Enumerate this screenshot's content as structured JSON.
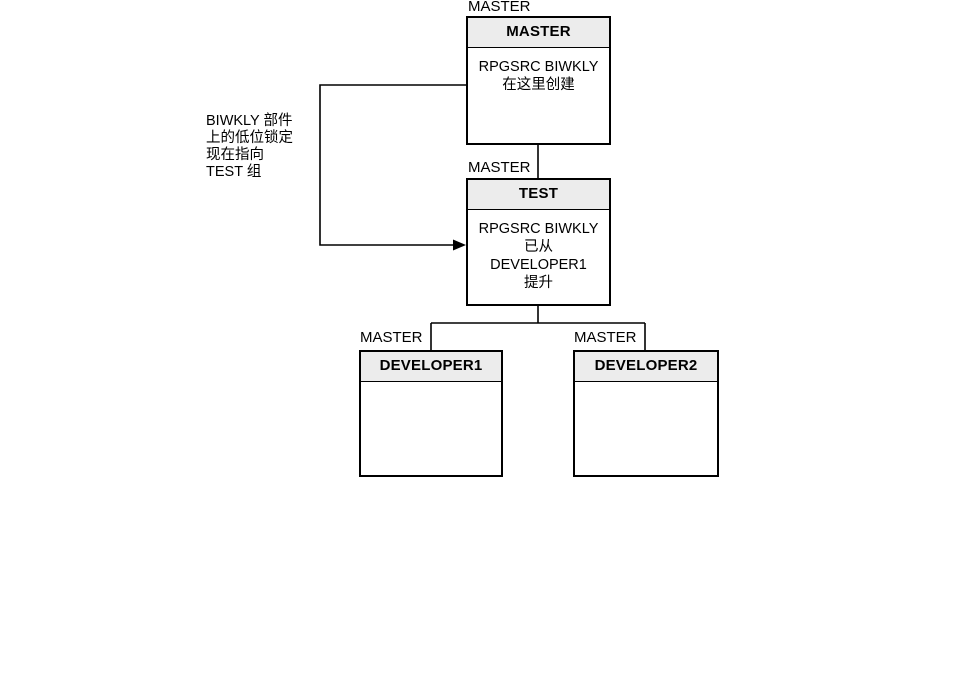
{
  "diagram": {
    "title_tag_label": "MASTER",
    "note": {
      "text": "BIWKLY 部件\n上的低位锁定\n现在指向\nTEST 组"
    },
    "nodes": [
      {
        "id": "master",
        "group_tag": "MASTER",
        "header": "MASTER",
        "body": "RPGSRC BIWKLY\n在这里创建"
      },
      {
        "id": "test",
        "group_tag": "MASTER",
        "header": "TEST",
        "body": "RPGSRC BIWKLY\n已从\nDEVELOPER1\n提升"
      },
      {
        "id": "developer1",
        "group_tag": "MASTER",
        "header": "DEVELOPER1",
        "body": ""
      },
      {
        "id": "developer2",
        "group_tag": "MASTER",
        "header": "DEVELOPER2",
        "body": ""
      }
    ],
    "colors": {
      "line": "#000000",
      "header_fill": "#ececec",
      "box_fill": "#ffffff",
      "text": "#000000"
    }
  }
}
